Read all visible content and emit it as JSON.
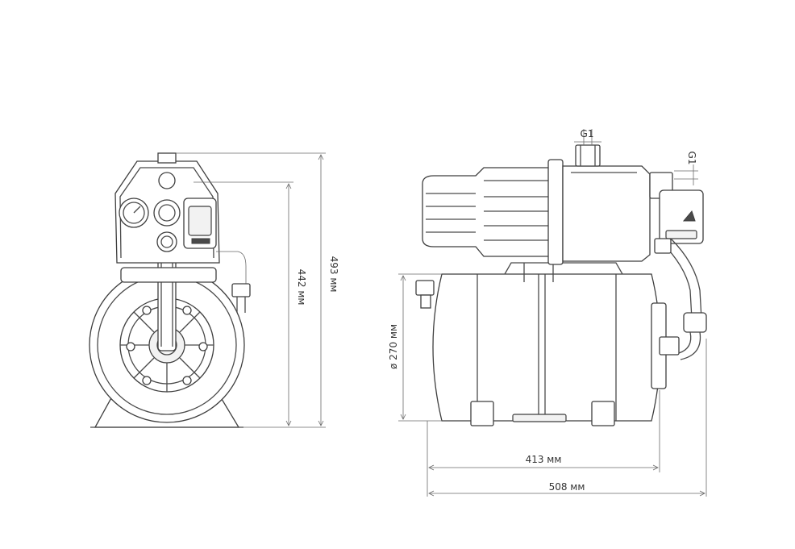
{
  "colors": {
    "line": "#4a4a4a",
    "dimension": "#6a6a6a",
    "text": "#333333",
    "background": "#ffffff"
  },
  "dimensions": {
    "height_total": "493 мм",
    "height_tank": "442 мм",
    "tank_diameter": "ø 270 мм",
    "tank_length": "413 мм",
    "total_length": "508 мм",
    "outlet_thread": "G1",
    "inlet_thread": "G1"
  }
}
